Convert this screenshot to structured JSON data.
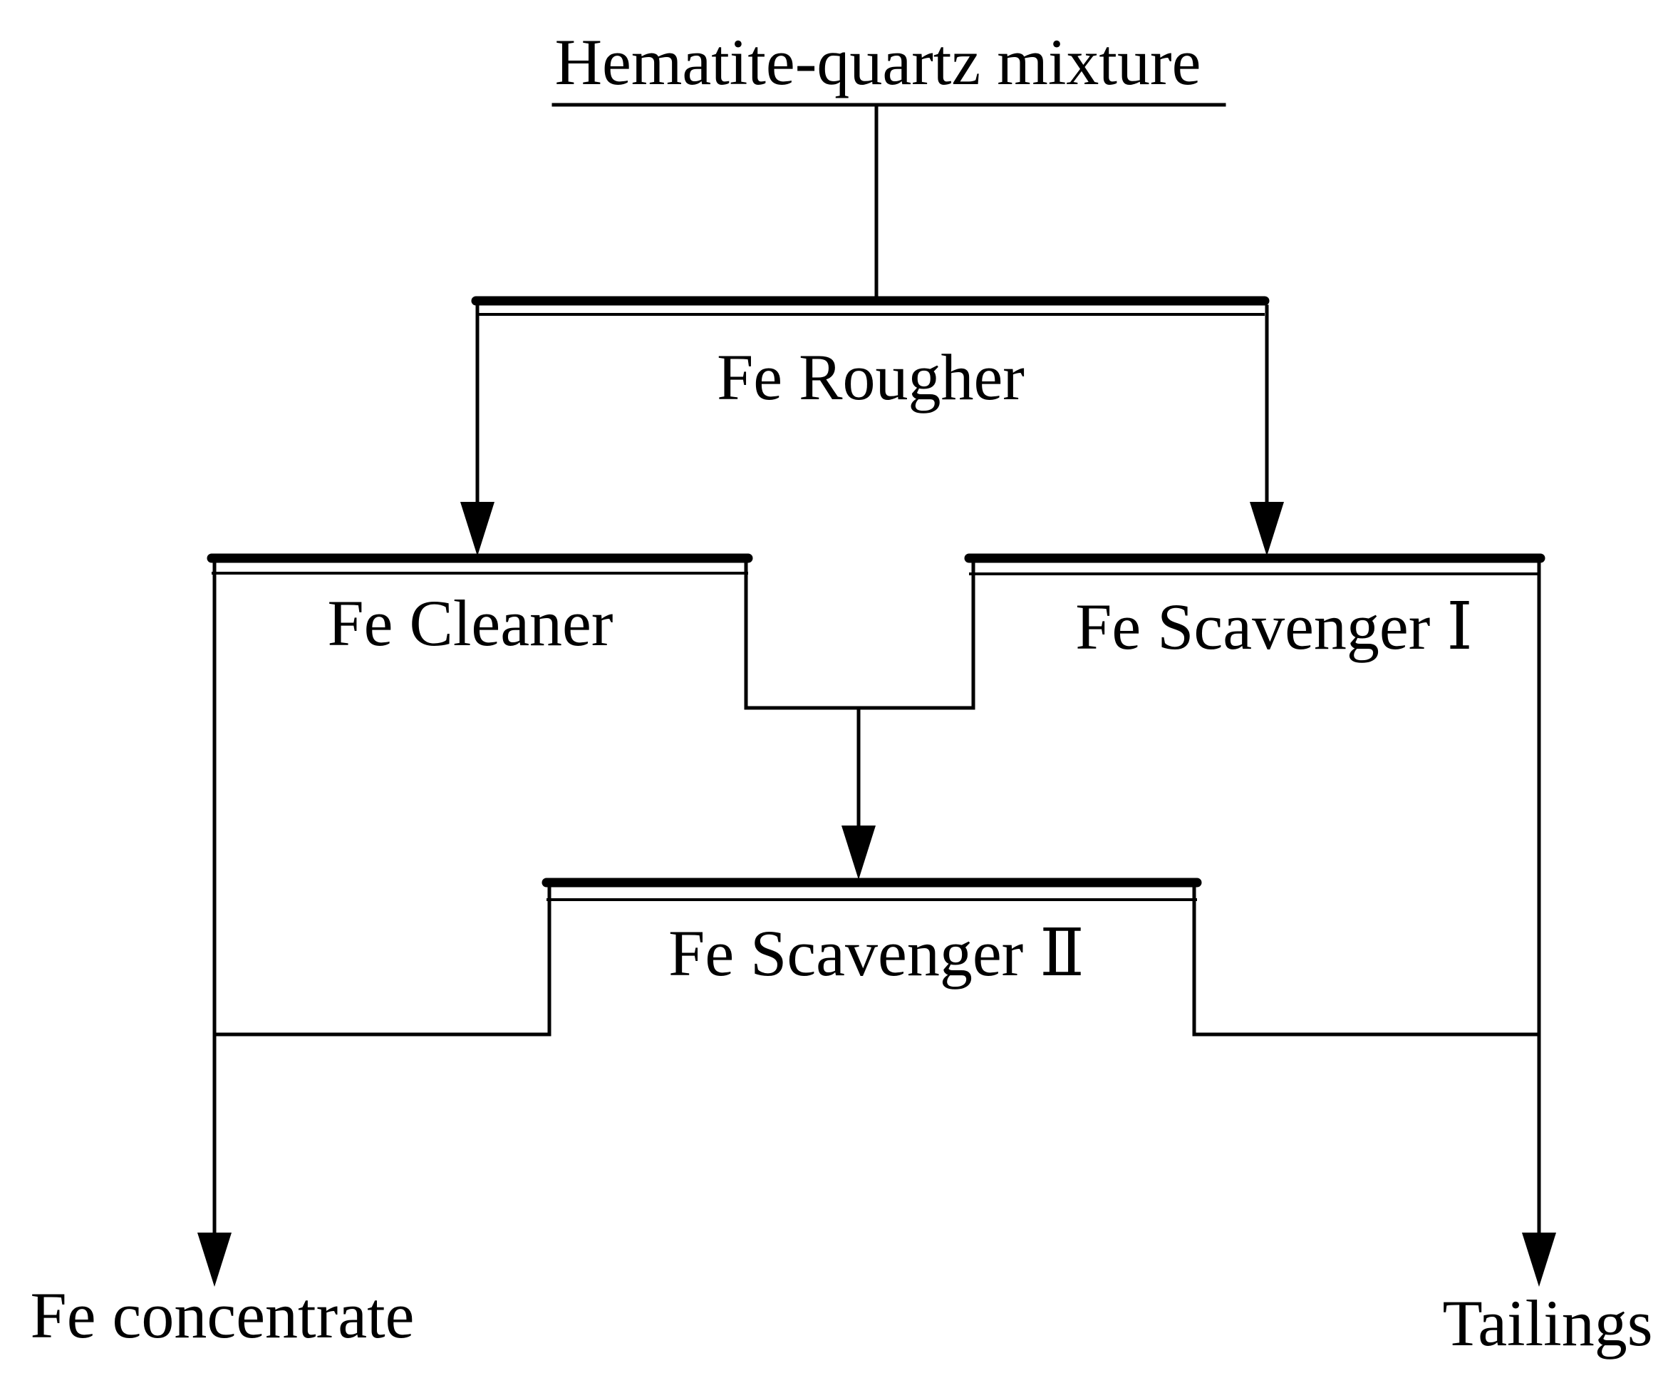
{
  "feed": {
    "label": "Hematite-quartz mixture"
  },
  "stages": {
    "rougher": {
      "label": "Fe Rougher"
    },
    "cleaner": {
      "label": "Fe Cleaner"
    },
    "scavenger1": {
      "label": "Fe Scavenger Ⅰ"
    },
    "scavenger2": {
      "label": "Fe Scavenger Ⅱ"
    }
  },
  "products": {
    "concentrate": {
      "label": "Fe concentrate"
    },
    "tailings": {
      "label": "Tailings"
    }
  },
  "colors": {
    "stroke": "#000000",
    "background": "#ffffff"
  }
}
